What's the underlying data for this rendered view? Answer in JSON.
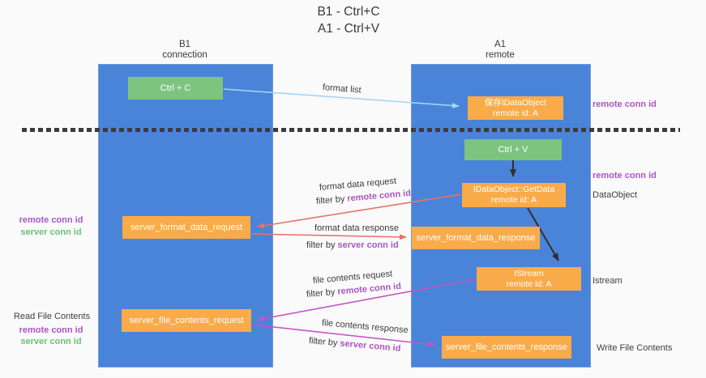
{
  "title": {
    "line1": "B1 - Ctrl+C",
    "line2": "A1 - Ctrl+V"
  },
  "columns": {
    "left": {
      "name": "B1",
      "role": "connection"
    },
    "right": {
      "name": "A1",
      "role": "remote"
    }
  },
  "nodes": {
    "ctrl_c": "Ctrl + C",
    "ctrl_v": "Ctrl + V",
    "save_idataobject": {
      "line1": "保存IDataObject",
      "line2": "remote id: A"
    },
    "getdata": {
      "line1": "IDataObject::GetData",
      "line2": "remote id: A"
    },
    "istream": {
      "line1": "IStream",
      "line2": "remote id: A"
    },
    "server_format_data_request": "server_format_data_request",
    "server_format_data_response": "server_format_data_response",
    "server_file_contents_request": "server_file_contents_request",
    "server_file_contents_response": "server_file_contents_response"
  },
  "flow_labels": {
    "format_list": "format list",
    "format_data_request": "format data request",
    "format_data_response": "format data response",
    "file_contents_request": "file contents request",
    "file_contents_response": "file contents response",
    "filter_by": "filter by ",
    "remote_conn_id": "remote conn id",
    "server_conn_id": "server conn id"
  },
  "side_labels": {
    "right_remote_conn_id_top": "remote conn id",
    "right_remote_conn_id_mid": "remote conn id",
    "data_object": "DataObject",
    "istream": "Istream",
    "write_file_contents": "Write File Contents",
    "left_remote_conn_id_top": "remote conn id",
    "left_server_conn_id_top": "server conn id",
    "read_file_contents": "Read File Contents",
    "left_remote_conn_id_bottom": "remote conn id",
    "left_server_conn_id_bottom": "server conn id"
  },
  "colors": {
    "lane_blue": "#4a84d8",
    "node_green": "#7dc480",
    "node_orange": "#f9ab4a",
    "arrow_light_blue": "#a6d3f2",
    "arrow_red": "#e8716b",
    "arrow_magenta": "#c653c6",
    "arrow_black": "#2f2f2f",
    "text_purple": "#ab55c5",
    "text_green": "#67c375",
    "text_dark": "#3a3a3a",
    "background": "#fafafa"
  }
}
